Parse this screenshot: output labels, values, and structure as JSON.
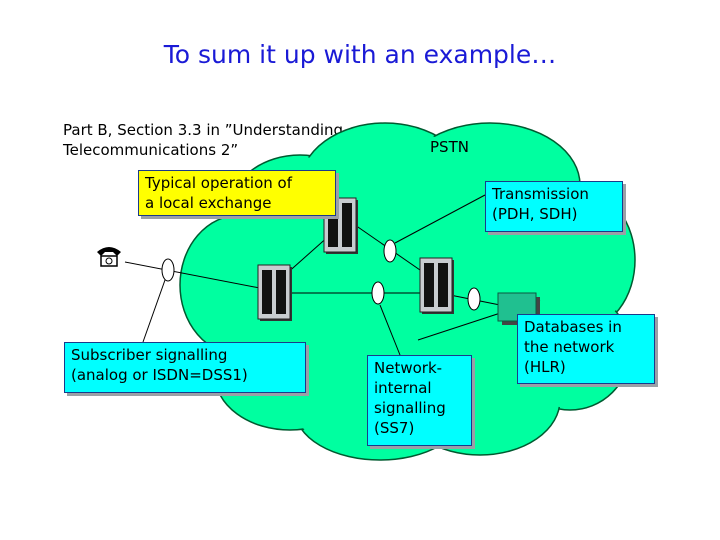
{
  "title": "To sum it up with an example…",
  "reference": {
    "line1": "Part B, Section 3.3 in ”Understanding",
    "line2": "Telecommunications 2”"
  },
  "cloud": {
    "label": "PSTN",
    "color": "#00ffa0"
  },
  "callouts": {
    "local_exchange": {
      "line1": "Typical operation of",
      "line2": "a local exchange"
    },
    "transmission": {
      "line1": "Transmission",
      "line2": "(PDH, SDH)"
    },
    "databases": {
      "line1": "Databases in",
      "line2": "the network",
      "line3": "(HLR)"
    },
    "subscriber": {
      "line1": "Subscriber signalling",
      "line2": "(analog or ISDN=DSS1)"
    },
    "network_internal": {
      "line1": "Network-",
      "line2": "internal",
      "line3": "signalling",
      "line4": "(SS7)"
    }
  },
  "icons": {
    "telephone": "telephone-icon",
    "exchange": "exchange-switch-icon",
    "database": "database-icon"
  }
}
